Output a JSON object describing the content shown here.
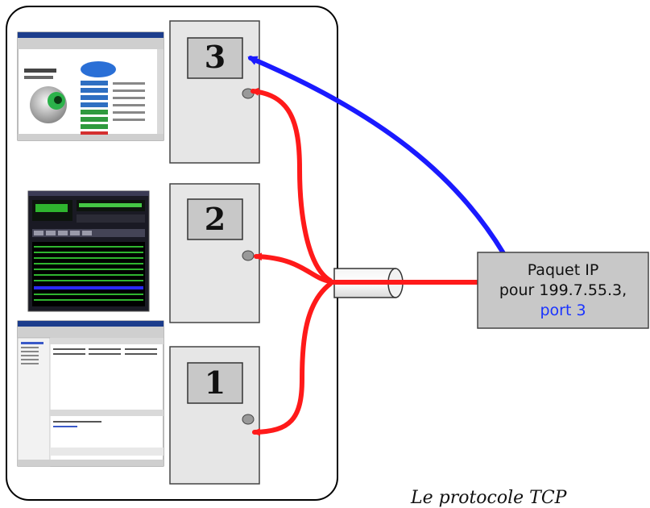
{
  "doors": [
    {
      "number": "3"
    },
    {
      "number": "2"
    },
    {
      "number": "1"
    }
  ],
  "packet": {
    "line1": "Paquet IP",
    "line2": "pour 199.7.55.3,",
    "line3": "port 3"
  },
  "footer": "Le protocole TCP",
  "colors": {
    "red_arrow": "#ff1a1a",
    "blue_arrow": "#1a1aff",
    "door_fill": "#e6e6e6",
    "label_fill": "#c8c8c8",
    "port_text": "#1a33ff"
  },
  "icons": [
    "browser-window-thumbnail",
    "media-player-thumbnail",
    "file-manager-thumbnail",
    "door-knob"
  ]
}
